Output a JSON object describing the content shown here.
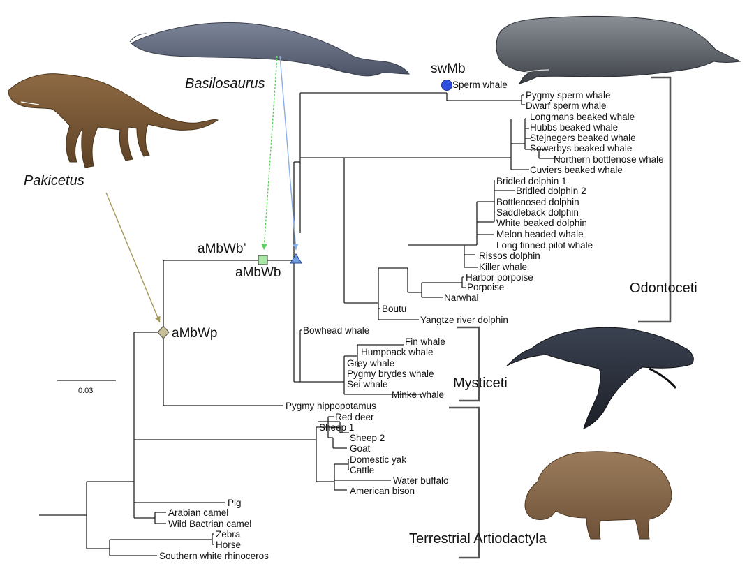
{
  "fossils": {
    "basilosaurus": "Basilosaurus",
    "pakicetus": "Pakicetus"
  },
  "nodes": {
    "swmb": "swMb",
    "ambwb_prime": "aMbWb’",
    "ambwb": "aMbWb",
    "ambwp": "aMbWp"
  },
  "clades": {
    "odontoceti": "Odontoceti",
    "mysticeti": "Mysticeti",
    "terrestrial": "Terrestrial Artiodactyla"
  },
  "scale_bar": {
    "value": "0.03"
  },
  "leaves": {
    "sperm_whale": "Sperm whale",
    "pygmy_sperm_whale": "Pygmy sperm whale",
    "dwarf_sperm_whale": "Dwarf sperm whale",
    "longmans_beaked_whale": "Longmans beaked whale",
    "hubbs_beaked_whale": "Hubbs beaked whale",
    "stejnegers_beaked_whale": "Stejnegers beaked whale",
    "sowerbys_beaked_whale": "Sowerbys beaked whale",
    "northern_bottlenose_whale": "Northern bottlenose whale",
    "cuviers_beaked_whale": "Cuviers beaked whale",
    "bridled_dolphin_1": "Bridled dolphin 1",
    "bridled_dolphin_2": "Bridled dolphin 2",
    "bottlenosed_dolphin": "Bottlenosed dolphin",
    "saddleback_dolphin": "Saddleback dolphin",
    "white_beaked_dolphin": "White beaked dolphin",
    "melon_headed_whale": "Melon headed whale",
    "long_finned_pilot_whale": "Long finned pilot whale",
    "rissos_dolphin": "Rissos dolphin",
    "killer_whale": "Killer whale",
    "harbor_porpoise": "Harbor porpoise",
    "porpoise": "Porpoise",
    "narwhal": "Narwhal",
    "boutu": "Boutu",
    "yangtze_river_dolphin": "Yangtze river dolphin",
    "bowhead_whale": "Bowhead whale",
    "fin_whale": "Fin whale",
    "humpback_whale": "Humpback whale",
    "grey_whale": "Grey whale",
    "pygmy_brydes_whale": "Pygmy brydes whale",
    "sei_whale": "Sei whale",
    "minke_whale": "Minke whale",
    "pygmy_hippopotamus": "Pygmy hippopotamus",
    "red_deer": "Red deer",
    "sheep_1": "Sheep 1",
    "sheep_2": "Sheep 2",
    "goat": "Goat",
    "domestic_yak": "Domestic yak",
    "cattle": "Cattle",
    "water_buffalo": "Water buffalo",
    "american_bison": "American bison",
    "pig": "Pig",
    "arabian_camel": "Arabian camel",
    "wild_bactrian_camel": "Wild Bactrian camel",
    "zebra": "Zebra",
    "horse": "Horse",
    "southern_white_rhinoceros": "Southern white rhinoceros"
  },
  "colors": {
    "swmb_marker": "#2f4fe0",
    "ambwb_prime_marker": "#a8e6a3",
    "ambwb_marker": "#6f9fe0",
    "ambwp_marker": "#c9c09a",
    "basilosaurus_to_ambwb_prime_arrow": "#5ad05a",
    "basilosaurus_to_ambwb_arrow": "#88aee6",
    "pakicetus_arrow": "#a59a5a"
  },
  "illustrations": {
    "basilosaurus": "basilosaurus-illustration",
    "pakicetus": "pakicetus-illustration",
    "sperm_whale": "sperm-whale-illustration",
    "humpback_whale": "humpback-whale-illustration",
    "pygmy_hippo": "pygmy-hippo-illustration"
  }
}
